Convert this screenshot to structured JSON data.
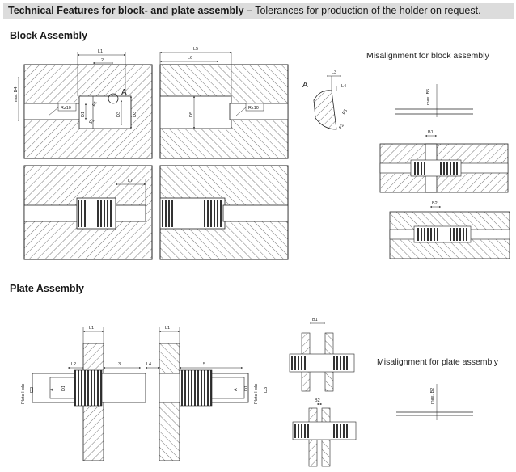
{
  "header": {
    "title_bold": "Technical Features for block- and plate assembly –",
    "title_rest": "Tolerances for production of the holder on request."
  },
  "block_section": {
    "title": "Block Assembly",
    "misalignment_caption": "Misalignment for block assembly",
    "labels": {
      "l1": "L1",
      "l2": "L2",
      "l5": "L5",
      "l6": "L6",
      "l7": "L7",
      "l3": "L3",
      "l4": "L4",
      "d1": "D1",
      "d3": "D3",
      "d5": "D5",
      "d4": "max. D4",
      "rz10": "Rz10",
      "f1": "F1",
      "f2": "F2",
      "f3": "F3",
      "a": "A",
      "s1": "S1",
      "b1": "B1",
      "b2": "B2",
      "max_b5": "max. B5"
    }
  },
  "plate_section": {
    "title": "Plate Assembly",
    "misalignment_caption": "Misalignment for plate assembly",
    "labels": {
      "l1": "L1",
      "l2": "L2",
      "l3": "L3",
      "l4": "L4",
      "l5": "L5",
      "d1": "D1",
      "d2": "D2",
      "d3": "D3",
      "a": "A",
      "plate_hole": "Plate Hole",
      "b1": "B1",
      "b2": "B2",
      "max_b2": "max. B2"
    }
  }
}
